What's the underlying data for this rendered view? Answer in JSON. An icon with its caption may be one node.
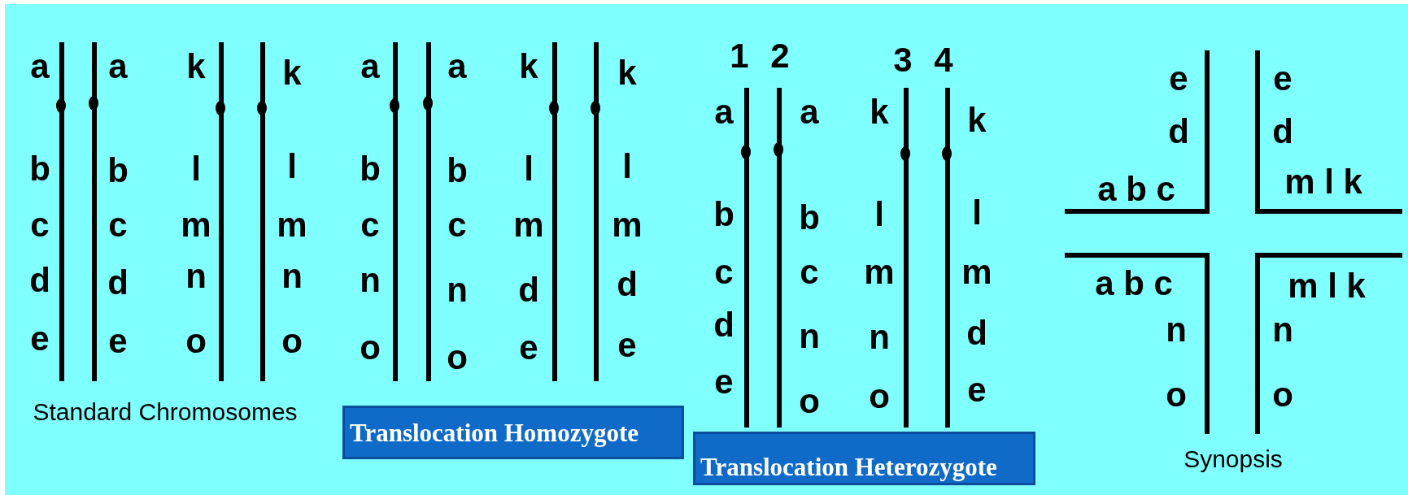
{
  "diagram": {
    "nodes": [
      {
        "text": [
          "Translocation Homozygote"
        ]
      },
      {
        "text": [
          "Translocation Heterozygote"
        ]
      }
    ],
    "edges": [],
    "labels": [
      "a",
      "b",
      "c",
      "d",
      "e",
      "a",
      "b",
      "c",
      "d",
      "e",
      "k",
      "l",
      "m",
      "n",
      "o",
      "k",
      "l",
      "m",
      "n",
      "o",
      "a",
      "b",
      "c",
      "n",
      "o",
      "a",
      "b",
      "c",
      "n",
      "o",
      "k",
      "l",
      "m",
      "d",
      "e",
      "k",
      "l",
      "m",
      "d",
      "e",
      "1",
      "2",
      "3",
      "4",
      "a",
      "b",
      "c",
      "d",
      "e",
      "a",
      "b",
      "c",
      "n",
      "o",
      "k",
      "l",
      "m",
      "n",
      "o",
      "k",
      "l",
      "m",
      "d",
      "e",
      "e",
      "e",
      "d",
      "d",
      "a b c",
      "m l k",
      "a b c",
      "m l k",
      "n",
      "n",
      "o",
      "o",
      "Standard Chromosomes",
      "Synopsis"
    ]
  }
}
